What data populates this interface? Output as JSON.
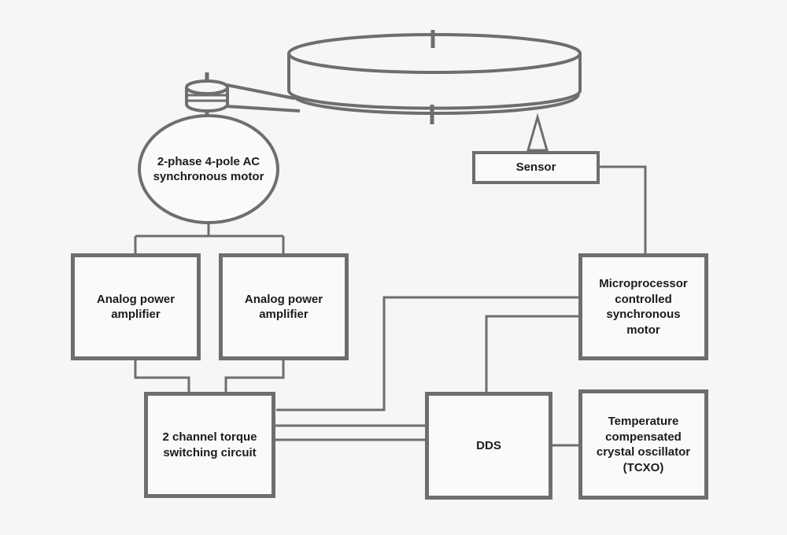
{
  "colors": {
    "background": "#f6f6f6",
    "box_fill": "#fafafa",
    "stroke": "#6e6e6e",
    "text": "#1c1c1c"
  },
  "nodes": {
    "motor": {
      "label": "2-phase 4-pole AC\nsynchronous motor"
    },
    "sensor": {
      "label": "Sensor"
    },
    "amp_left": {
      "label": "Analog power\namplifier"
    },
    "amp_right": {
      "label": "Analog power\namplifier"
    },
    "microprocessor": {
      "label": "Microprocessor\ncontrolled\nsynchronous\nmotor"
    },
    "torque_switch": {
      "label": "2 channel torque\nswitching circuit"
    },
    "dds": {
      "label": "DDS"
    },
    "tcxo": {
      "label": "Temperature\ncompensated\ncrystal oscillator\n(TCXO)"
    }
  },
  "shapes": [
    "turntable-platter",
    "platter-spindle",
    "motor-pulley",
    "drive-belt",
    "sensor-pickup-triangle"
  ]
}
